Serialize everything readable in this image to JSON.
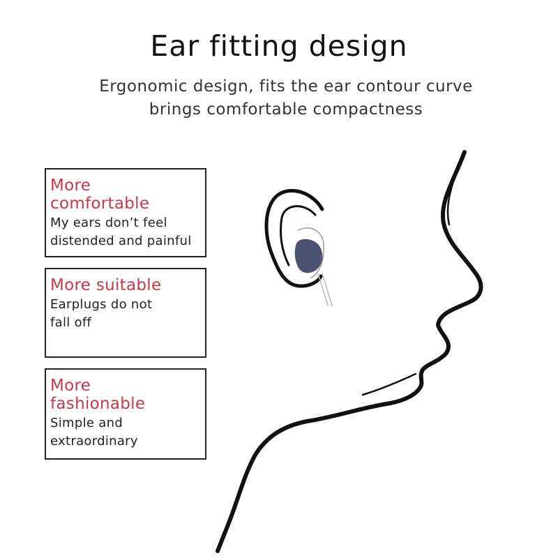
{
  "header": {
    "title": "Ear fitting design",
    "subtitle_line1": "Ergonomic design, fits the ear contour curve",
    "subtitle_line2": "brings comfortable compactness"
  },
  "features": [
    {
      "heading_line1": "More",
      "heading_line2": "comfortable",
      "desc_line1": "My ears don’t feel",
      "desc_line2": "distended and painful"
    },
    {
      "heading_line1": "More suitable",
      "heading_line2": "",
      "desc_line1": "Earplugs do not",
      "desc_line2": "fall off"
    },
    {
      "heading_line1": "More",
      "heading_line2": "fashionable",
      "desc_line1": "Simple and",
      "desc_line2": "extraordinary"
    }
  ],
  "colors": {
    "accent": "#c43a4a",
    "text": "#222222",
    "earplug": "#4a5472"
  },
  "illustration": {
    "icon": "face-profile-with-earplug-icon"
  }
}
